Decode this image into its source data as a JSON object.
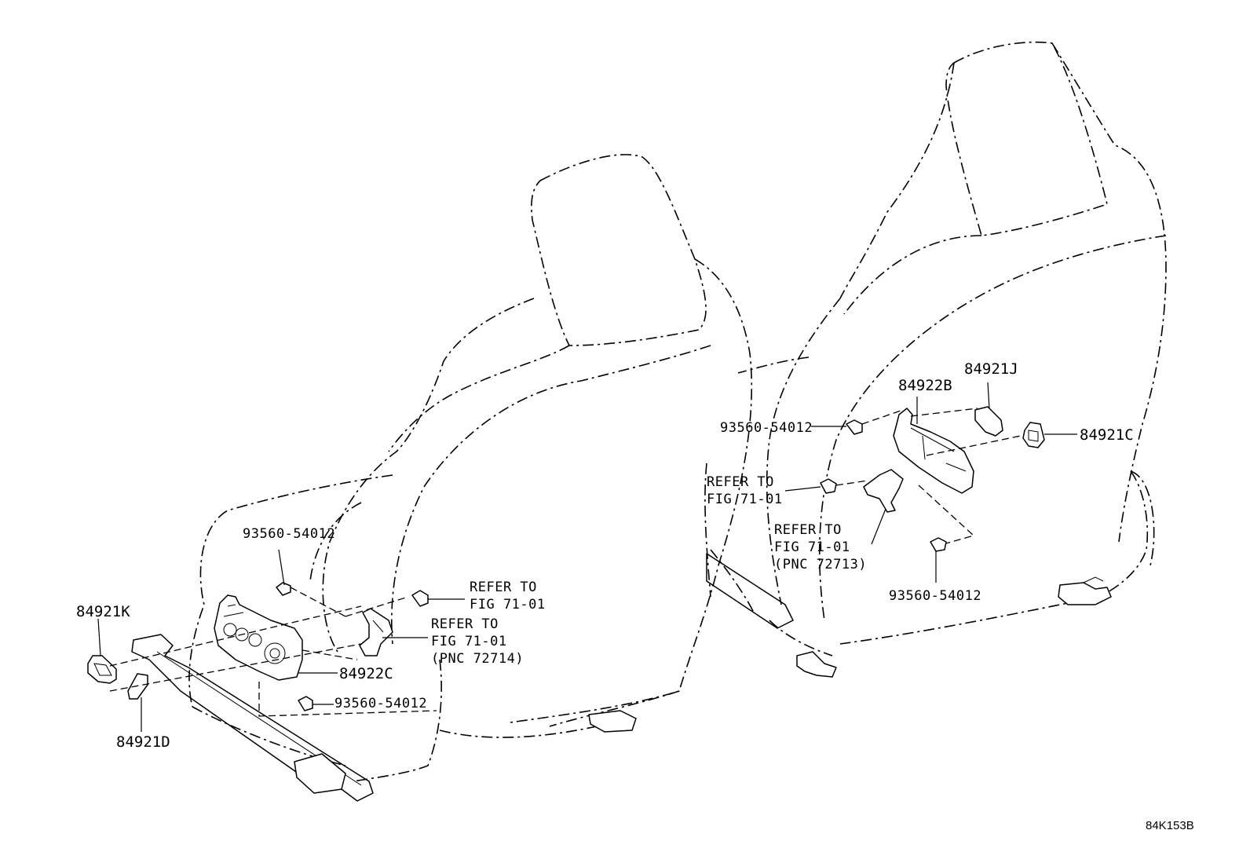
{
  "left_seat": {
    "label_84921K": "84921K",
    "label_84921D": "84921D",
    "label_84922C": "84922C",
    "bolt_top": "93560-54012",
    "bolt_bottom": "93560-54012",
    "refer_a": {
      "line1": "REFER TO",
      "line2": "FIG 71-01"
    },
    "refer_b": {
      "line1": "REFER TO",
      "line2": "FIG 71-01",
      "line3": "(PNC 72714)"
    }
  },
  "right_seat": {
    "label_84922B": "84922B",
    "label_84921J": "84921J",
    "label_84921C": "84921C",
    "bolt_top": "93560-54012",
    "bolt_bottom": "93560-54012",
    "refer_a": {
      "line1": "REFER TO",
      "line2": "FIG 71-01"
    },
    "refer_b": {
      "line1": "REFER TO",
      "line2": "FIG 71-01",
      "line3": "(PNC 72713)"
    }
  },
  "diagram_code": "84K153B"
}
